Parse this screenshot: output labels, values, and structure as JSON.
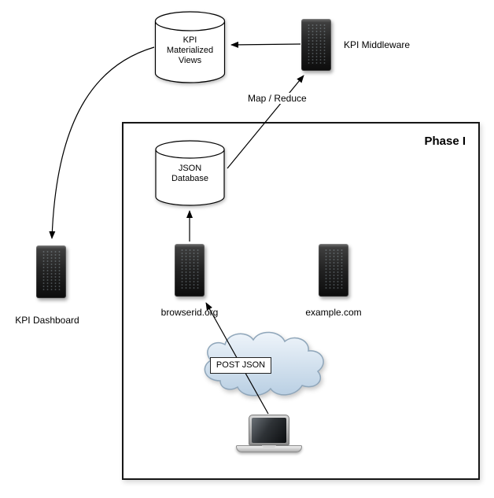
{
  "labels": {
    "phase": "Phase I",
    "map_reduce": "Map / Reduce",
    "kpi_middleware": "KPI Middleware",
    "kpi_dashboard": "KPI Dashboard",
    "browserid": "browserid.org",
    "example": "example.com",
    "post_json": "POST JSON"
  },
  "nodes": {
    "kpi_materialized_views": [
      "KPI",
      "Materialized",
      "Views"
    ],
    "json_database": [
      "JSON",
      "Database"
    ]
  },
  "colors": {
    "cloud_fill_top": "#eef4fa",
    "cloud_fill_bottom": "#b9cfe3",
    "cloud_stroke": "#8fa6ba",
    "server_dark": "#1c1c1c",
    "connector": "#000000"
  }
}
